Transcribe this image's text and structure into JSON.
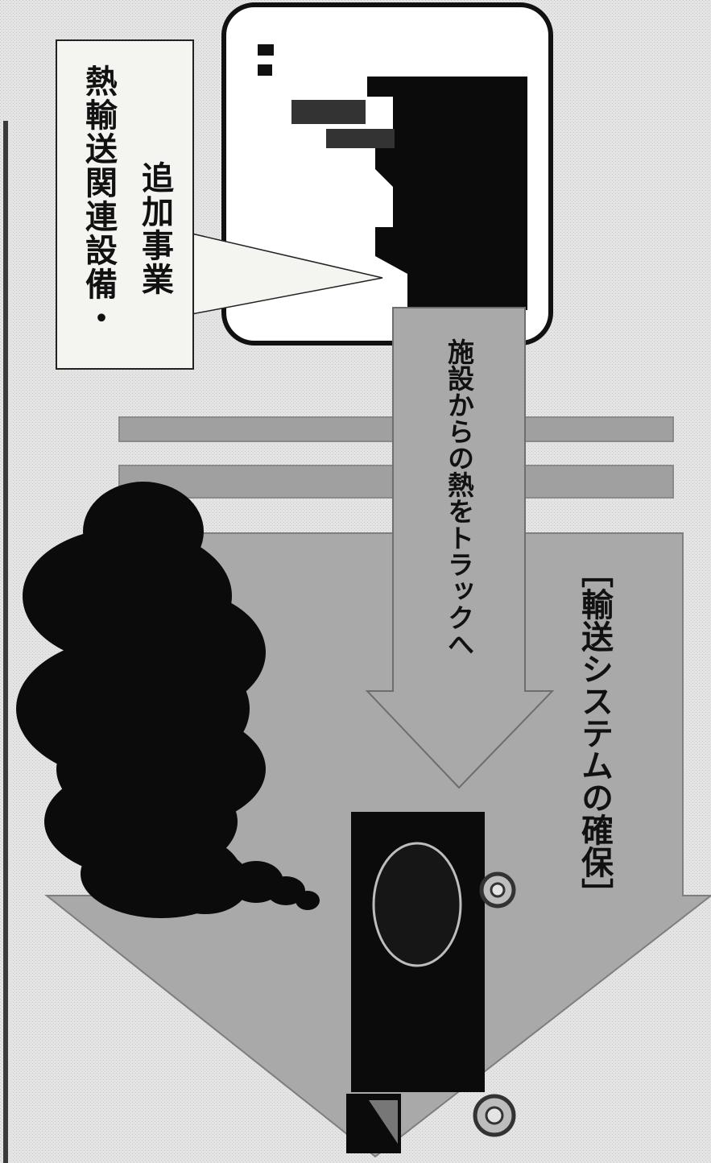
{
  "callout": {
    "line1": "熱輸送関連設備・",
    "line2": "追加事業"
  },
  "flow_arrow": {
    "label": "施設からの熱をトラックへ"
  },
  "system_label": "［輸送システムの確保］",
  "colors": {
    "background": "#e4e4e4",
    "arrow_fill": "#a9a9a9",
    "band_fill": "#a0a0a0",
    "callout_fill": "#f4f4f0",
    "dark": "#0b0b0b"
  }
}
